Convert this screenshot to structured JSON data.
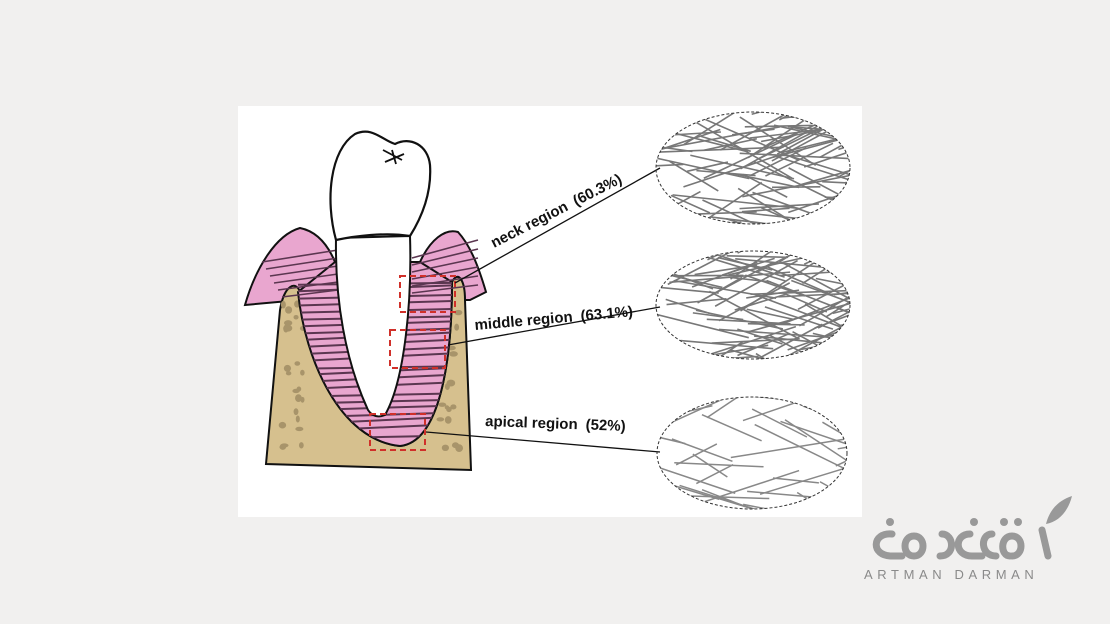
{
  "figure": {
    "regions": [
      {
        "name": "neck region",
        "percent": "(60.3%)"
      },
      {
        "name": "middle region",
        "percent": "(63.1%)"
      },
      {
        "name": "apical region",
        "percent": "(52%)"
      }
    ],
    "colors": {
      "gum": "#e9a6cf",
      "bone": "#d6c08e",
      "bone_dots": "#a8946a",
      "fiber": "#5b3650",
      "box": "#d0302a",
      "fiber_gray": "#777777"
    }
  },
  "watermark": {
    "logo_text_latin": "ARTMAN DARMAN"
  }
}
